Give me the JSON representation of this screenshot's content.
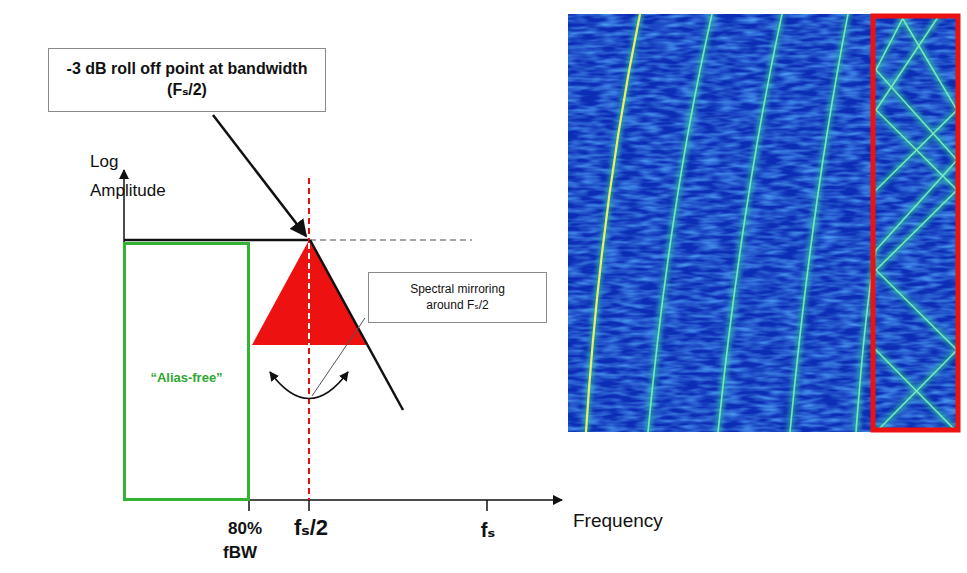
{
  "diagram": {
    "nodes": [
      {
        "text": [
          "-3 dB roll off point at bandwidth (Fₛ/2)"
        ]
      },
      {
        "text": [
          "“Alias-free”"
        ]
      },
      {
        "text": [
          "Spectral mirroring around Fₛ/2"
        ]
      }
    ],
    "labels": [
      "Log Amplitude",
      "80%",
      "fBW",
      "fₛ/2",
      "fₛ",
      "Frequency"
    ]
  }
}
